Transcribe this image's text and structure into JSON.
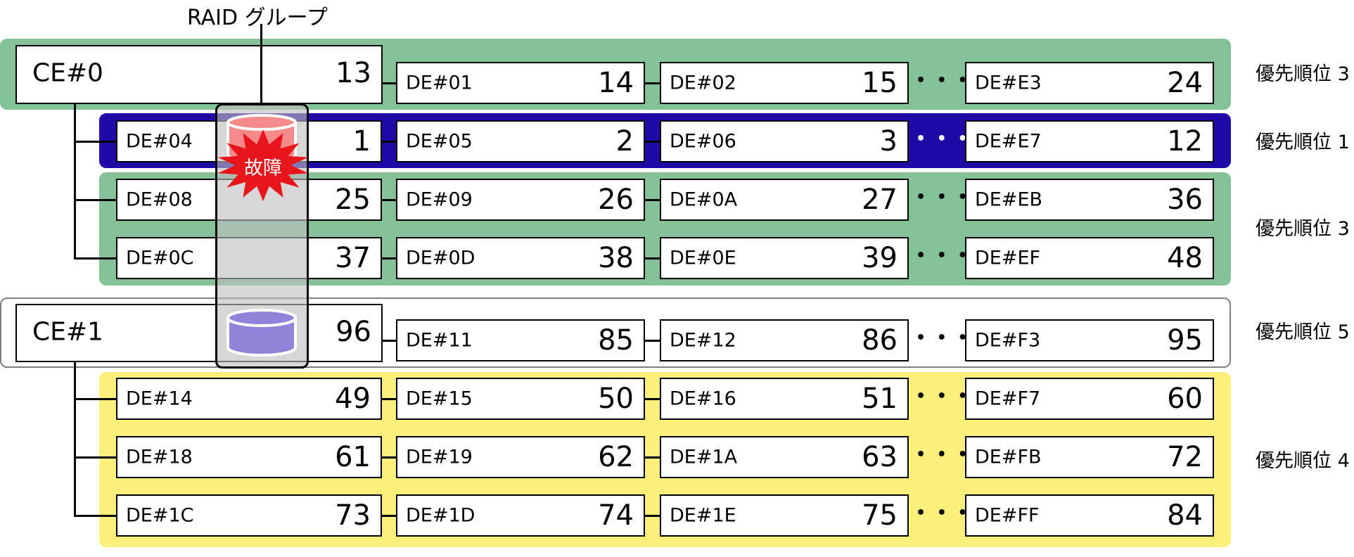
{
  "raid_label": "RAID グループ",
  "failure_label": "故障",
  "dots": "• • •",
  "colors": {
    "green": "#84c397",
    "blue": "#1f0aa8",
    "yellow": "#fdf07a",
    "failed_disk": "#f58a8a",
    "spare_disk": "#8f84d9",
    "burst": "#e8151b"
  },
  "priorities": [
    "優先順位 3",
    "優先順位 1",
    "優先順位 3",
    "優先順位 5",
    "優先順位 4"
  ],
  "ce0": {
    "label": "CE#0",
    "value": "13"
  },
  "ce1": {
    "label": "CE#1",
    "value": "96"
  },
  "rows": [
    {
      "boxes": [
        {
          "label": "DE#01",
          "value": "14"
        },
        {
          "label": "DE#02",
          "value": "15"
        },
        {
          "label": "DE#E3",
          "value": "24"
        }
      ]
    },
    {
      "boxes": [
        {
          "label": "DE#04",
          "value": "1"
        },
        {
          "label": "DE#05",
          "value": "2"
        },
        {
          "label": "DE#06",
          "value": "3"
        },
        {
          "label": "DE#E7",
          "value": "12"
        }
      ]
    },
    {
      "boxes": [
        {
          "label": "DE#08",
          "value": "25"
        },
        {
          "label": "DE#09",
          "value": "26"
        },
        {
          "label": "DE#0A",
          "value": "27"
        },
        {
          "label": "DE#EB",
          "value": "36"
        }
      ]
    },
    {
      "boxes": [
        {
          "label": "DE#0C",
          "value": "37"
        },
        {
          "label": "DE#0D",
          "value": "38"
        },
        {
          "label": "DE#0E",
          "value": "39"
        },
        {
          "label": "DE#EF",
          "value": "48"
        }
      ]
    },
    {
      "boxes": [
        {
          "label": "DE#11",
          "value": "85"
        },
        {
          "label": "DE#12",
          "value": "86"
        },
        {
          "label": "DE#F3",
          "value": "95"
        }
      ]
    },
    {
      "boxes": [
        {
          "label": "DE#14",
          "value": "49"
        },
        {
          "label": "DE#15",
          "value": "50"
        },
        {
          "label": "DE#16",
          "value": "51"
        },
        {
          "label": "DE#F7",
          "value": "60"
        }
      ]
    },
    {
      "boxes": [
        {
          "label": "DE#18",
          "value": "61"
        },
        {
          "label": "DE#19",
          "value": "62"
        },
        {
          "label": "DE#1A",
          "value": "63"
        },
        {
          "label": "DE#FB",
          "value": "72"
        }
      ]
    },
    {
      "boxes": [
        {
          "label": "DE#1C",
          "value": "73"
        },
        {
          "label": "DE#1D",
          "value": "74"
        },
        {
          "label": "DE#1E",
          "value": "75"
        },
        {
          "label": "DE#FF",
          "value": "84"
        }
      ]
    }
  ]
}
